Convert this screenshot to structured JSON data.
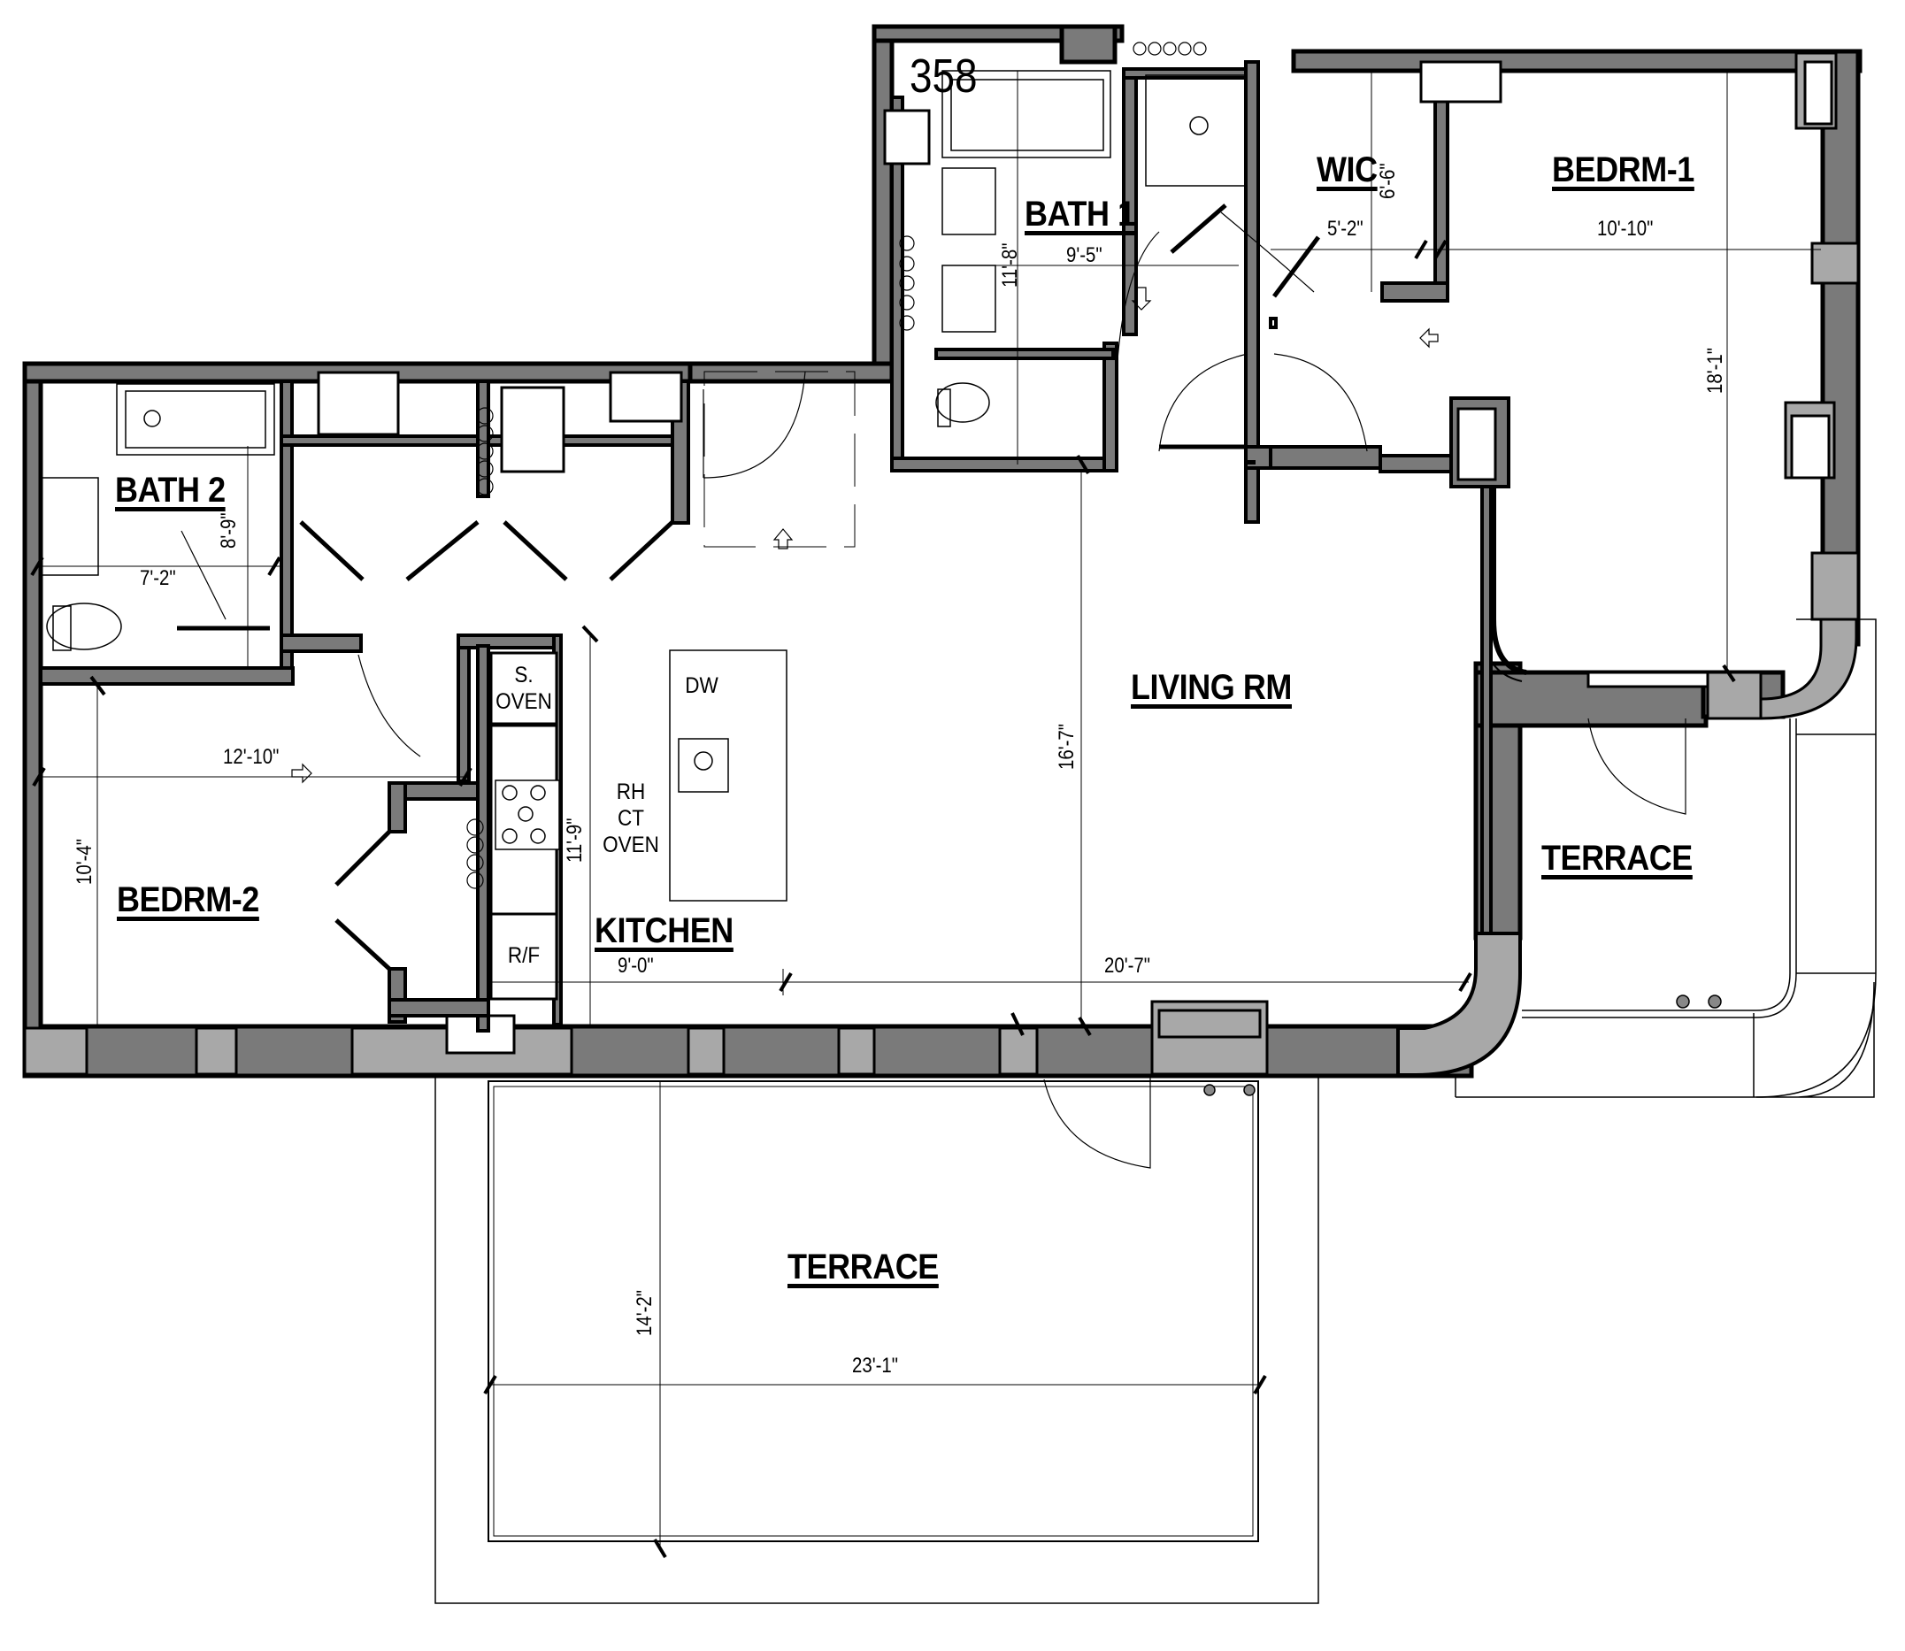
{
  "plan": {
    "unit_number": "358",
    "colors": {
      "wall_dark": "#7a7a7a",
      "wall_light": "#a8a8a8",
      "line": "#000000",
      "background": "#ffffff"
    },
    "rooms": [
      {
        "id": "bath2",
        "label": "BATH 2"
      },
      {
        "id": "bath1",
        "label": "BATH 1"
      },
      {
        "id": "wic",
        "label": "WIC"
      },
      {
        "id": "bedrm1",
        "label": "BEDRM-1"
      },
      {
        "id": "bedrm2",
        "label": "BEDRM-2"
      },
      {
        "id": "kitchen",
        "label": "KITCHEN"
      },
      {
        "id": "living",
        "label": "LIVING RM"
      },
      {
        "id": "terrace_east",
        "label": "TERRACE"
      },
      {
        "id": "terrace_south",
        "label": "TERRACE"
      }
    ],
    "dimensions": {
      "bath2_height": "8'-9\"",
      "bath2_width": "7'-2\"",
      "bath1_height": "11'-8\"",
      "bath1_width": "9'-5\"",
      "wic_height": "6'-6\"",
      "wic_width": "5'-2\"",
      "bedrm1_width": "10'-10\"",
      "bedrm1_height": "18'-1\"",
      "bedrm2_width": "12'-10\"",
      "bedrm2_height": "10'-4\"",
      "kitchen_height": "11'-9\"",
      "kitchen_width": "9'-0\"",
      "living_height": "16'-7\"",
      "living_width": "20'-7\"",
      "terrace_height": "14'-2\"",
      "terrace_width": "23'-1\""
    },
    "appliances": {
      "wall_oven": [
        "S.",
        "OVEN"
      ],
      "cooktop": [
        "RH",
        "CT",
        "OVEN"
      ],
      "dishwasher": "DW",
      "refrigerator": "R/F"
    }
  }
}
